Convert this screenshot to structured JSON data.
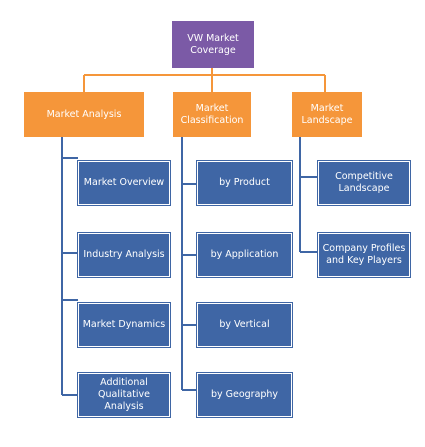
{
  "root": {
    "label": "VW Market Coverage"
  },
  "categories": [
    {
      "label": "Market Analysis"
    },
    {
      "label": "Market Classification"
    },
    {
      "label": "Market Landscape"
    }
  ],
  "analysis_items": [
    {
      "label": "Market Overview"
    },
    {
      "label": "Industry Analysis"
    },
    {
      "label": "Market Dynamics"
    },
    {
      "label": "Additional Qualitative Analysis"
    }
  ],
  "classification_items": [
    {
      "label": "by Product"
    },
    {
      "label": "by Application"
    },
    {
      "label": "by Vertical"
    },
    {
      "label": "by Geography"
    }
  ],
  "landscape_items": [
    {
      "label": "Competitive Landscape"
    },
    {
      "label": "Company Profiles and Key Players"
    }
  ],
  "colors": {
    "root": "#7b5aa6",
    "category": "#f5963a",
    "item": "#3f66a5",
    "connector_orange": "#f5963a",
    "connector_blue": "#3f66a5"
  }
}
